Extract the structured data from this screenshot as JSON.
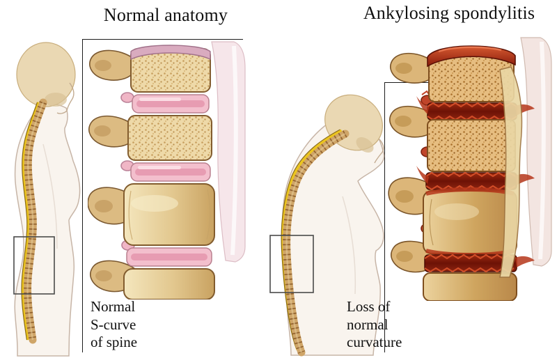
{
  "figure": {
    "background": "#ffffff",
    "panels": [
      {
        "title": "Normal anatomy",
        "caption": "Normal\nS-curve\nof spine"
      },
      {
        "title": "Ankylosing spondylitis",
        "caption": "Loss of\nnormal\ncurvature"
      }
    ],
    "colors": {
      "bone": "#e3cf9f",
      "bone_light": "#f2e4bd",
      "bone_dark": "#c9a261",
      "outline_brown": "#7a5830",
      "disc_pink": "#f3bfcd",
      "disc_deep_pink": "#e79cb2",
      "inflammation_red": "#b5361a",
      "inflammation_bright": "#d14d28",
      "disc_maroon": "#6d1206",
      "cord_yellow": "#ecc51e",
      "silhouette_fill": "#f9f4ee",
      "silhouette_line": "#c7b5a7",
      "skull": "#ead8b3",
      "callout_line": "#1c1c1c"
    }
  }
}
